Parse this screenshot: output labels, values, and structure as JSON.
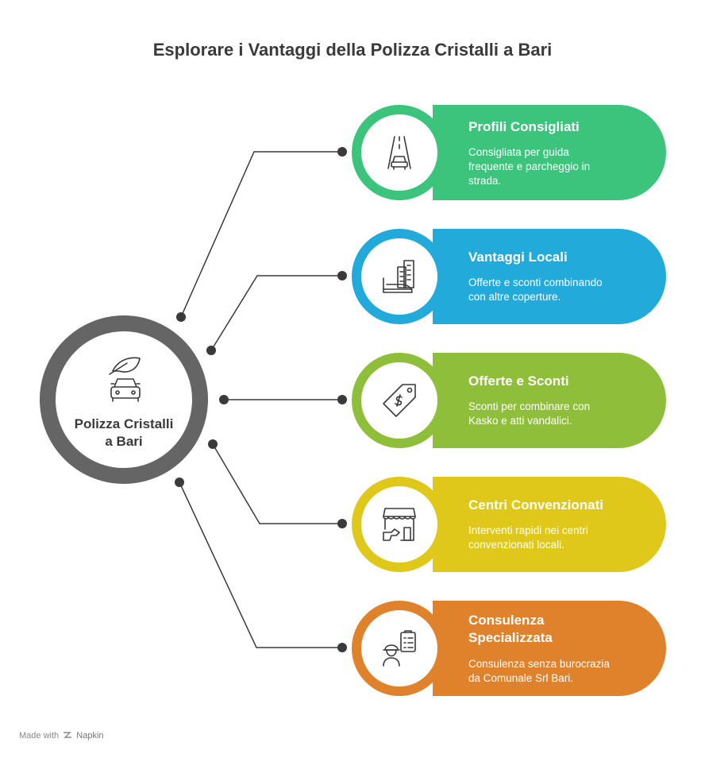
{
  "title": "Esplorare i Vantaggi della Polizza Cristalli a Bari",
  "hub": {
    "label_line1": "Polizza Cristalli",
    "label_line2": "a Bari",
    "color": "#656565",
    "icons": [
      "leaf-icon",
      "car-icon"
    ]
  },
  "items": [
    {
      "title": "Profili Consigliati",
      "desc_lines": [
        "Consigliata per guida",
        "frequente e parcheggio in",
        "strada."
      ],
      "color": "#3cc47c",
      "icon": "road-car-icon"
    },
    {
      "title": "Vantaggi Locali",
      "desc_lines": [
        "Offerte e sconti combinando",
        "con altre coperture."
      ],
      "color": "#22aadb",
      "icon": "city-buildings-icon"
    },
    {
      "title": "Offerte e Sconti",
      "desc_lines": [
        "Sconti per combinare con",
        "Kasko e atti vandalici."
      ],
      "color": "#8fbf3a",
      "icon": "price-tag-icon"
    },
    {
      "title": "Centri Convenzionati",
      "desc_lines": [
        "Interventi rapidi nei centri",
        "convenzionati locali."
      ],
      "color": "#dfc81a",
      "icon": "shop-icon"
    },
    {
      "title_lines": [
        "Consulenza",
        "Specializzata"
      ],
      "desc_lines": [
        "Consulenza senza burocrazia",
        "da Comunale Srl Bari."
      ],
      "color": "#e0822c",
      "icon": "consultant-clipboard-icon"
    }
  ],
  "footer": {
    "made_with": "Made with",
    "brand": "Napkin"
  }
}
